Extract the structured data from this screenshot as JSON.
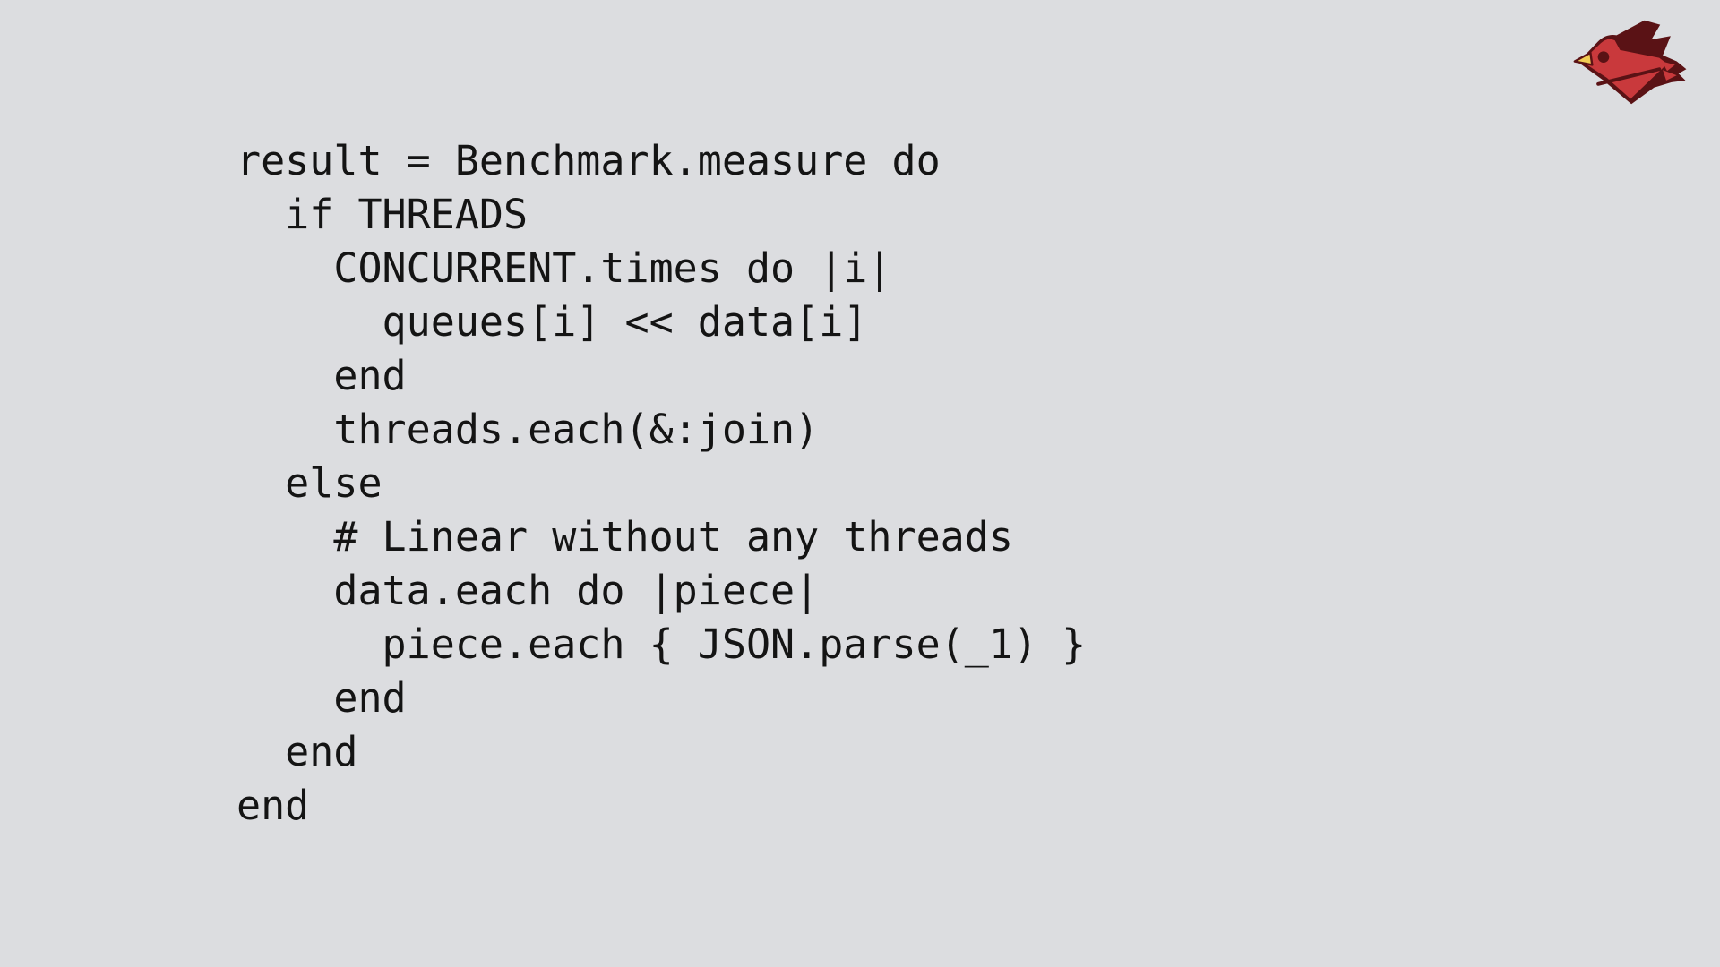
{
  "page": {
    "background_color": "#dcdde0"
  },
  "logo": {
    "label": "red-bird-logo",
    "colors": {
      "outline": "#5a1215",
      "body": "#c9393c",
      "beak": "#f2cc52"
    }
  },
  "code": {
    "text_color": "#141414",
    "lines": [
      "result = Benchmark.measure do",
      "  if THREADS",
      "    CONCURRENT.times do |i|",
      "      queues[i] << data[i]",
      "    end",
      "    threads.each(&:join)",
      "  else",
      "    # Linear without any threads",
      "    data.each do |piece|",
      "      piece.each { JSON.parse(_1) }",
      "    end",
      "  end",
      "end"
    ]
  }
}
